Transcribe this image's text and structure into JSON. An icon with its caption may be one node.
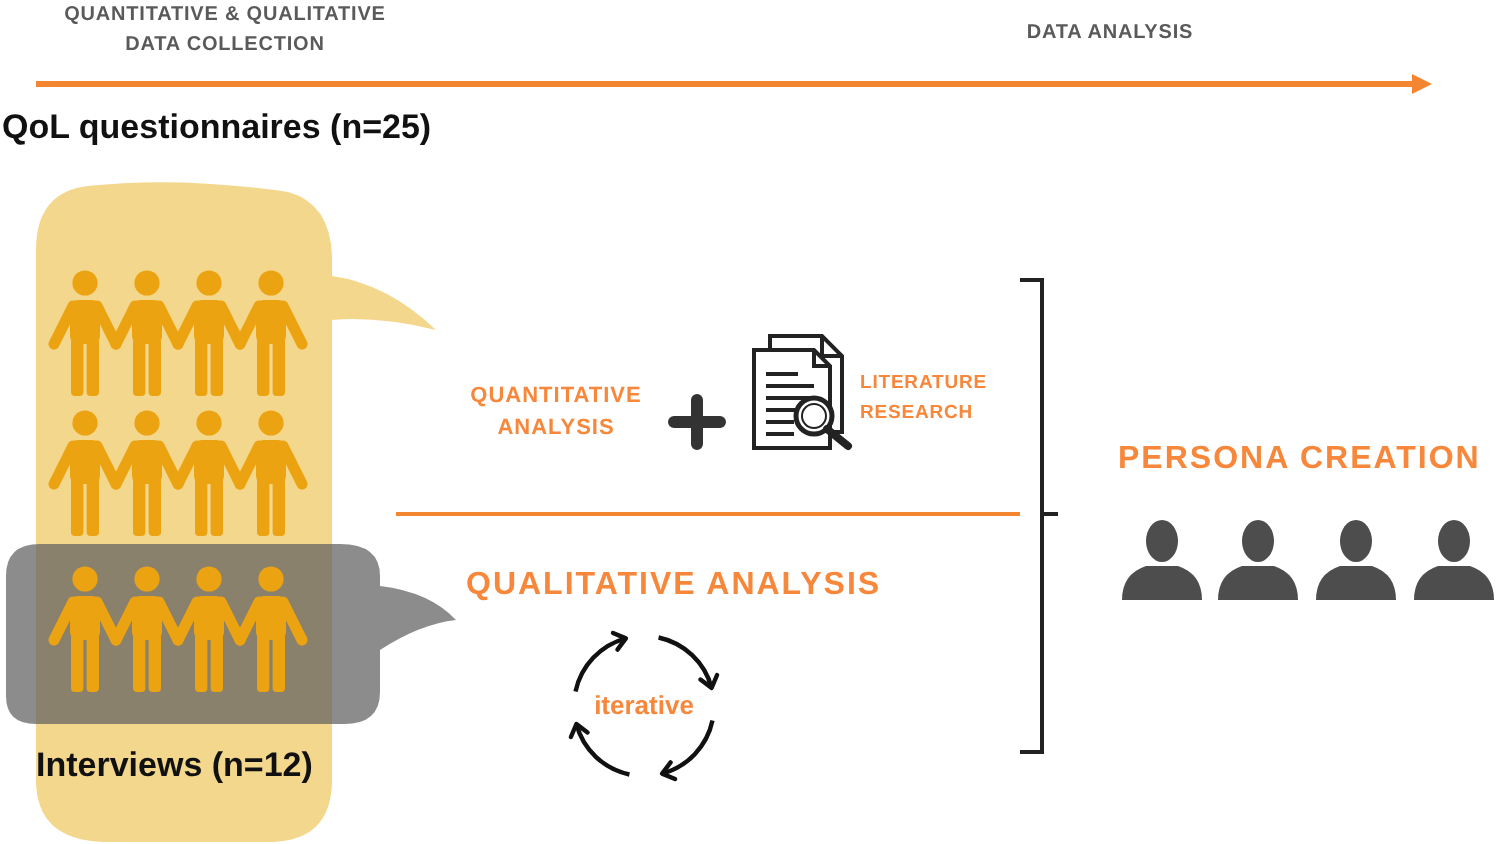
{
  "diagram": {
    "nodes": [
      {
        "text": [
          "QoL questionnaires (n=25)",
          "Interviews (n=12)"
        ]
      },
      {
        "text": [],
        "shape": "bubble"
      }
    ],
    "labels": [
      "QUANTITATIVE & QUALITATIVE DATA COLLECTION",
      "DATA ANALYSIS",
      "QUANTITATIVE ANALYSIS",
      "LITERATURE RESEARCH",
      "QUALITATIVE ANALYSIS",
      "iterative",
      "PERSONA CREATION"
    ]
  }
}
